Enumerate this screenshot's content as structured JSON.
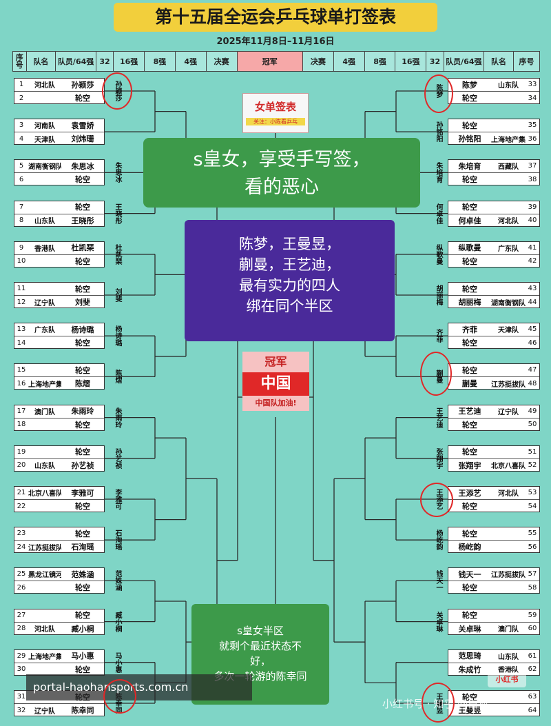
{
  "title": "第十五届全运会乒乓球单打签表",
  "date_range": "2025年11月8日–11月16日",
  "header": {
    "left": [
      "序号",
      "队名",
      "队员/64强",
      "32",
      "16强",
      "8强",
      "4强",
      "决赛"
    ],
    "center": "冠军",
    "right": [
      "决赛",
      "4强",
      "8强",
      "16强",
      "32",
      "队员/64强",
      "队名",
      "序号"
    ]
  },
  "women_card": {
    "title": "女单签表",
    "note": "关注：小陈看乒乓"
  },
  "green_top": {
    "line1": "s皇女，享受手写签，",
    "line2": "看的恶心"
  },
  "purple_box": {
    "line1": "陈梦，王曼昱，",
    "line2": "蒯曼，王艺迪，",
    "line3": "最有实力的四人",
    "line4": "绑在同个半区"
  },
  "champion": {
    "label": "冠军",
    "name": "中国",
    "cheer": "中国队加油!"
  },
  "green_bottom": {
    "line1": "s皇女半区",
    "line2": "就剩个最近状态不",
    "line3": "好，",
    "line4": "多次一轮游的陈幸同"
  },
  "url_overlay": "portal-haohansports.com.cn",
  "watermark": "小红书号 · 知乎 @白狐",
  "logo": "小红书",
  "left_rows": [
    {
      "n": "1",
      "team": "河北队",
      "player": "孙颖莎"
    },
    {
      "n": "2",
      "team": "",
      "player": "轮空"
    },
    {
      "n": "3",
      "team": "河南队",
      "player": "袁雪娇"
    },
    {
      "n": "4",
      "team": "天津队",
      "player": "刘炜珊"
    },
    {
      "n": "5",
      "team": "湖南衡钢队",
      "player": "朱思冰"
    },
    {
      "n": "6",
      "team": "",
      "player": "轮空"
    },
    {
      "n": "7",
      "team": "",
      "player": "轮空"
    },
    {
      "n": "8",
      "team": "山东队",
      "player": "王晓彤"
    },
    {
      "n": "9",
      "team": "香港队",
      "player": "杜凯琹"
    },
    {
      "n": "10",
      "team": "",
      "player": "轮空"
    },
    {
      "n": "11",
      "team": "",
      "player": "轮空"
    },
    {
      "n": "12",
      "team": "辽宁队",
      "player": "刘斐"
    },
    {
      "n": "13",
      "team": "广东队",
      "player": "杨诗璐"
    },
    {
      "n": "14",
      "team": "",
      "player": "轮空"
    },
    {
      "n": "15",
      "team": "",
      "player": "轮空"
    },
    {
      "n": "16",
      "team": "上海地产集团队",
      "player": "陈熠"
    },
    {
      "n": "17",
      "team": "澳门队",
      "player": "朱雨玲"
    },
    {
      "n": "18",
      "team": "",
      "player": "轮空"
    },
    {
      "n": "19",
      "team": "",
      "player": "轮空"
    },
    {
      "n": "20",
      "team": "山东队",
      "player": "孙艺祯"
    },
    {
      "n": "21",
      "team": "北京八喜队",
      "player": "李雅可"
    },
    {
      "n": "22",
      "team": "",
      "player": "轮空"
    },
    {
      "n": "23",
      "team": "",
      "player": "轮空"
    },
    {
      "n": "24",
      "team": "江苏挺拔队",
      "player": "石洵瑶"
    },
    {
      "n": "25",
      "team": "黑龙江镜河队",
      "player": "范姝涵"
    },
    {
      "n": "26",
      "team": "",
      "player": "轮空"
    },
    {
      "n": "27",
      "team": "",
      "player": "轮空"
    },
    {
      "n": "28",
      "team": "河北队",
      "player": "臧小桐"
    },
    {
      "n": "29",
      "team": "上海地产集团队",
      "player": "马小惠"
    },
    {
      "n": "30",
      "team": "",
      "player": "轮空"
    },
    {
      "n": "31",
      "team": "",
      "player": "轮空"
    },
    {
      "n": "32",
      "team": "辽宁队",
      "player": "陈幸同"
    }
  ],
  "left_winners": [
    "孙颖莎",
    "",
    "朱思冰",
    "王晓彤",
    "杜凯琹",
    "刘斐",
    "杨诗璐",
    "陈熠",
    "朱雨玲",
    "孙艺祯",
    "李雅可",
    "石洵瑶",
    "范姝涵",
    "臧小桐",
    "马小惠",
    "陈幸同"
  ],
  "right_rows": [
    {
      "n": "33",
      "team": "山东队",
      "player": "陈梦"
    },
    {
      "n": "34",
      "team": "",
      "player": "轮空"
    },
    {
      "n": "35",
      "team": "",
      "player": "轮空"
    },
    {
      "n": "36",
      "team": "上海地产集团队",
      "player": "孙铭阳"
    },
    {
      "n": "37",
      "team": "西藏队",
      "player": "朱培育"
    },
    {
      "n": "38",
      "team": "",
      "player": "轮空"
    },
    {
      "n": "39",
      "team": "",
      "player": "轮空"
    },
    {
      "n": "40",
      "team": "河北队",
      "player": "何卓佳"
    },
    {
      "n": "41",
      "team": "广东队",
      "player": "纵歌曼"
    },
    {
      "n": "42",
      "team": "",
      "player": "轮空"
    },
    {
      "n": "43",
      "team": "",
      "player": "轮空"
    },
    {
      "n": "44",
      "team": "湖南衡钢队",
      "player": "胡丽梅"
    },
    {
      "n": "45",
      "team": "天津队",
      "player": "齐菲"
    },
    {
      "n": "46",
      "team": "",
      "player": "轮空"
    },
    {
      "n": "47",
      "team": "",
      "player": "轮空"
    },
    {
      "n": "48",
      "team": "江苏挺拔队",
      "player": "蒯曼"
    },
    {
      "n": "49",
      "team": "辽宁队",
      "player": "王艺迪"
    },
    {
      "n": "50",
      "team": "",
      "player": "轮空"
    },
    {
      "n": "51",
      "team": "",
      "player": "轮空"
    },
    {
      "n": "52",
      "team": "北京八喜队",
      "player": "张翔宇"
    },
    {
      "n": "53",
      "team": "河北队",
      "player": "王添艺"
    },
    {
      "n": "54",
      "team": "",
      "player": "轮空"
    },
    {
      "n": "55",
      "team": "",
      "player": "轮空"
    },
    {
      "n": "56",
      "team": "",
      "player": "杨屹韵"
    },
    {
      "n": "57",
      "team": "江苏挺拔队",
      "player": "钱天一"
    },
    {
      "n": "58",
      "team": "",
      "player": "轮空"
    },
    {
      "n": "59",
      "team": "",
      "player": "轮空"
    },
    {
      "n": "60",
      "team": "澳门队",
      "player": "关卓琳"
    },
    {
      "n": "61",
      "team": "山东队",
      "player": "范思琦"
    },
    {
      "n": "62",
      "team": "香港队",
      "player": "朱成竹"
    },
    {
      "n": "63",
      "team": "",
      "player": "轮空"
    },
    {
      "n": "64",
      "team": "",
      "player": "王曼昱"
    }
  ],
  "right_winners": [
    "陈梦",
    "孙铭阳",
    "朱培育",
    "何卓佳",
    "纵歌曼",
    "胡丽梅",
    "齐菲",
    "蒯曼",
    "王艺迪",
    "张翔宇",
    "王添艺",
    "杨屹韵",
    "钱天一",
    "关卓琳",
    "",
    "王曼昱"
  ],
  "colors": {
    "background": "#7fd5c6",
    "title": "#f2cf3c",
    "purple": "#4a2a9a",
    "green": "#3d9a4a",
    "red": "#e02828"
  }
}
